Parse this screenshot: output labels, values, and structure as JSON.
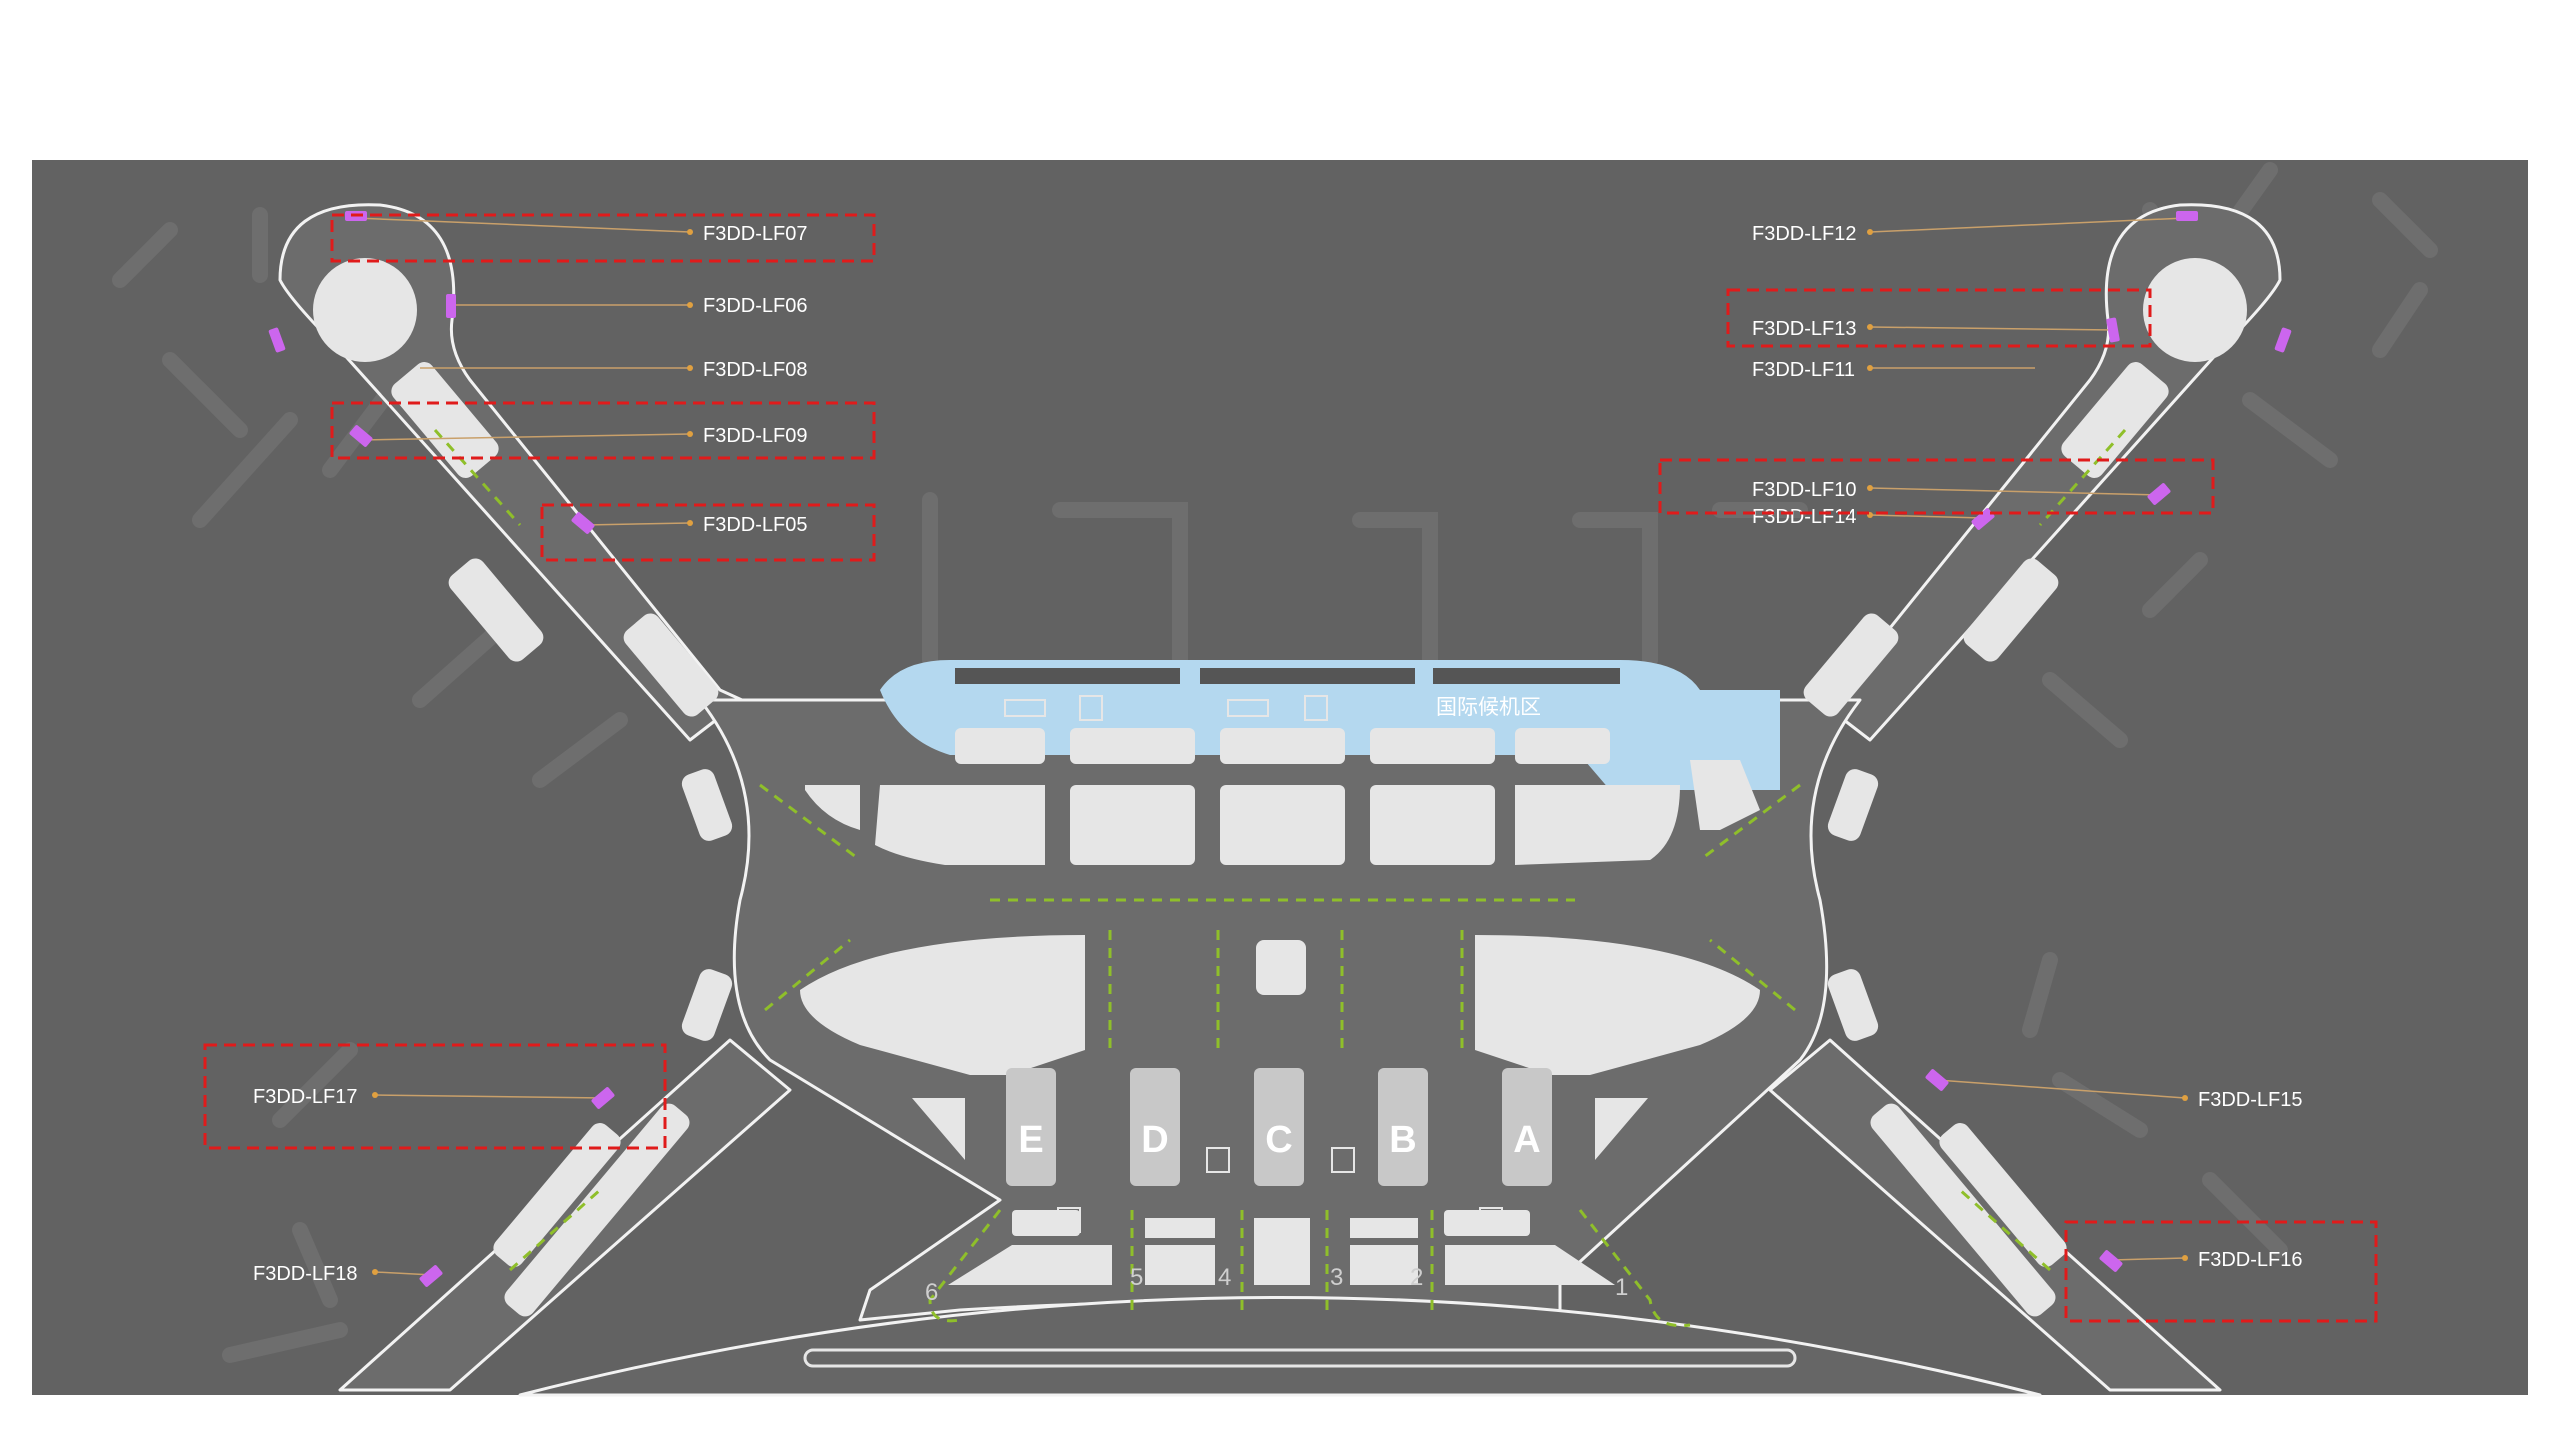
{
  "map": {
    "colors": {
      "background": "#626262",
      "road": "#6b6b6b",
      "building": "#e6e6e6",
      "zone": "#b4d8ef",
      "device": "#cc66ee",
      "leader": "#c9a06a",
      "highlight": "#e01b1b",
      "flow_arrow": "#8fbf2a"
    },
    "zone_label": "国际候机区",
    "gates": [
      {
        "label": "E"
      },
      {
        "label": "D"
      },
      {
        "label": "C"
      },
      {
        "label": "B"
      },
      {
        "label": "A"
      }
    ],
    "lanes": [
      "6",
      "5",
      "4",
      "3",
      "2",
      "1"
    ],
    "devices": [
      {
        "id": "lf07",
        "label": "F3DD-LF07",
        "highlighted": true
      },
      {
        "id": "lf06",
        "label": "F3DD-LF06",
        "highlighted": false
      },
      {
        "id": "lf08",
        "label": "F3DD-LF08",
        "highlighted": false
      },
      {
        "id": "lf09",
        "label": "F3DD-LF09",
        "highlighted": true
      },
      {
        "id": "lf05",
        "label": "F3DD-LF05",
        "highlighted": true
      },
      {
        "id": "lf12",
        "label": "F3DD-LF12",
        "highlighted": false
      },
      {
        "id": "lf13",
        "label": "F3DD-LF13",
        "highlighted": true
      },
      {
        "id": "lf11",
        "label": "F3DD-LF11",
        "highlighted": false
      },
      {
        "id": "lf10",
        "label": "F3DD-LF10",
        "highlighted": true
      },
      {
        "id": "lf14",
        "label": "F3DD-LF14",
        "highlighted": false
      },
      {
        "id": "lf17",
        "label": "F3DD-LF17",
        "highlighted": true
      },
      {
        "id": "lf18",
        "label": "F3DD-LF18",
        "highlighted": false
      },
      {
        "id": "lf15",
        "label": "F3DD-LF15",
        "highlighted": false
      },
      {
        "id": "lf16",
        "label": "F3DD-LF16",
        "highlighted": true
      }
    ]
  }
}
